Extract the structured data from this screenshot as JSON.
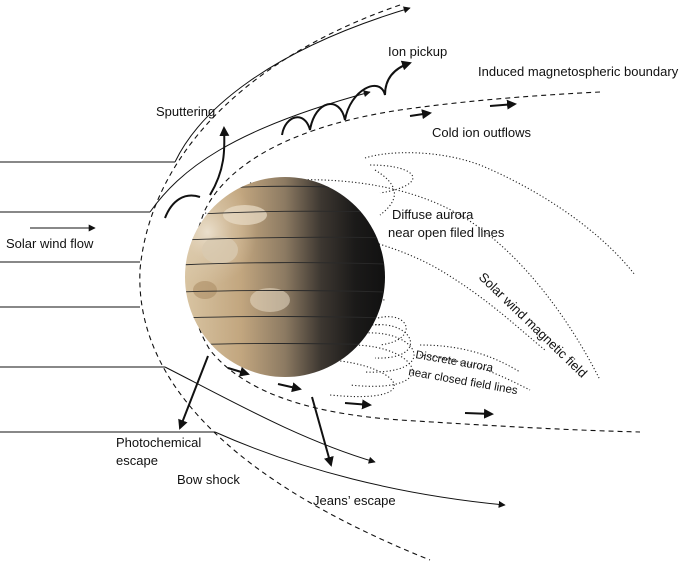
{
  "labels": {
    "ion_pickup": "Ion pickup",
    "induced_boundary": "Induced magnetospheric boundary",
    "sputtering": "Sputtering",
    "cold_ion_outflows": "Cold ion outflows",
    "diffuse_aurora_1": "Diffuse aurora",
    "diffuse_aurora_2": "near open filed lines",
    "solar_wind_flow": "Solar wind flow",
    "solar_wind_magnetic_field": "Solar wind magnetic field",
    "discrete_aurora_1": "Discrete aurora",
    "discrete_aurora_2": "near closed field lines",
    "photochemical_1": "Photochemical",
    "photochemical_2": "escape",
    "bow_shock": "Bow shock",
    "jeans_escape": "Jeans’ escape"
  },
  "icons": {
    "planet": "planet-icon"
  },
  "colors": {
    "planet_light": "#c9b08a",
    "planet_dark": "#151515",
    "lines": "#111111"
  }
}
